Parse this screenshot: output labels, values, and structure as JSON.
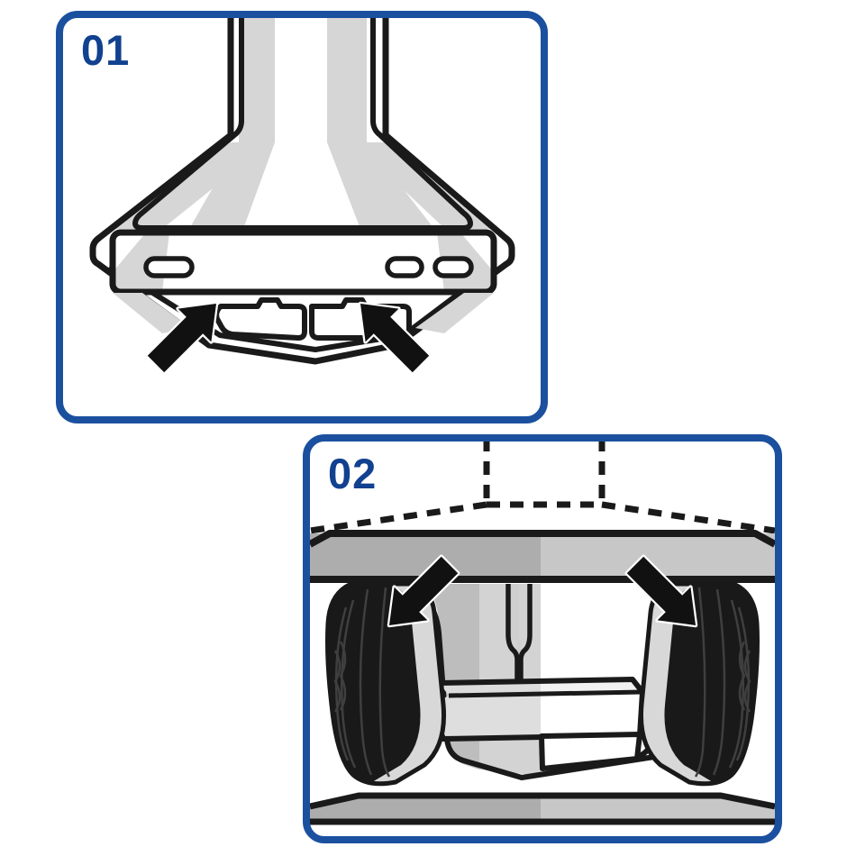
{
  "document": {
    "type": "appliance-instruction-diagram",
    "background": "#ffffff"
  },
  "steps": [
    {
      "label": "01"
    },
    {
      "label": "02"
    }
  ],
  "icons": {
    "step1_arrow_left": "arrow-up-right-icon",
    "step1_arrow_right": "arrow-up-left-icon",
    "step2_arrow_left": "arrow-down-left-icon",
    "step2_arrow_right": "arrow-down-right-icon"
  },
  "colors": {
    "background": "#ffffff",
    "panel_border": "#1b509f",
    "step_label": "#11418f",
    "outline": "#1a1a1a",
    "shade_light": "#d6d6d6",
    "shade_mid": "#c3c3c3",
    "band_dark": "#adadad",
    "band_light": "#c7c7c7",
    "housing_dark": "#bdbdbd",
    "housing_light": "#d3d3d3",
    "filter_black": "#191919",
    "filter_rib": "#3f3f3f",
    "filter_rim": "#d8d8d8",
    "arrow_black": "#111111",
    "arrow_outline": "#ffffff",
    "white": "#ffffff"
  }
}
